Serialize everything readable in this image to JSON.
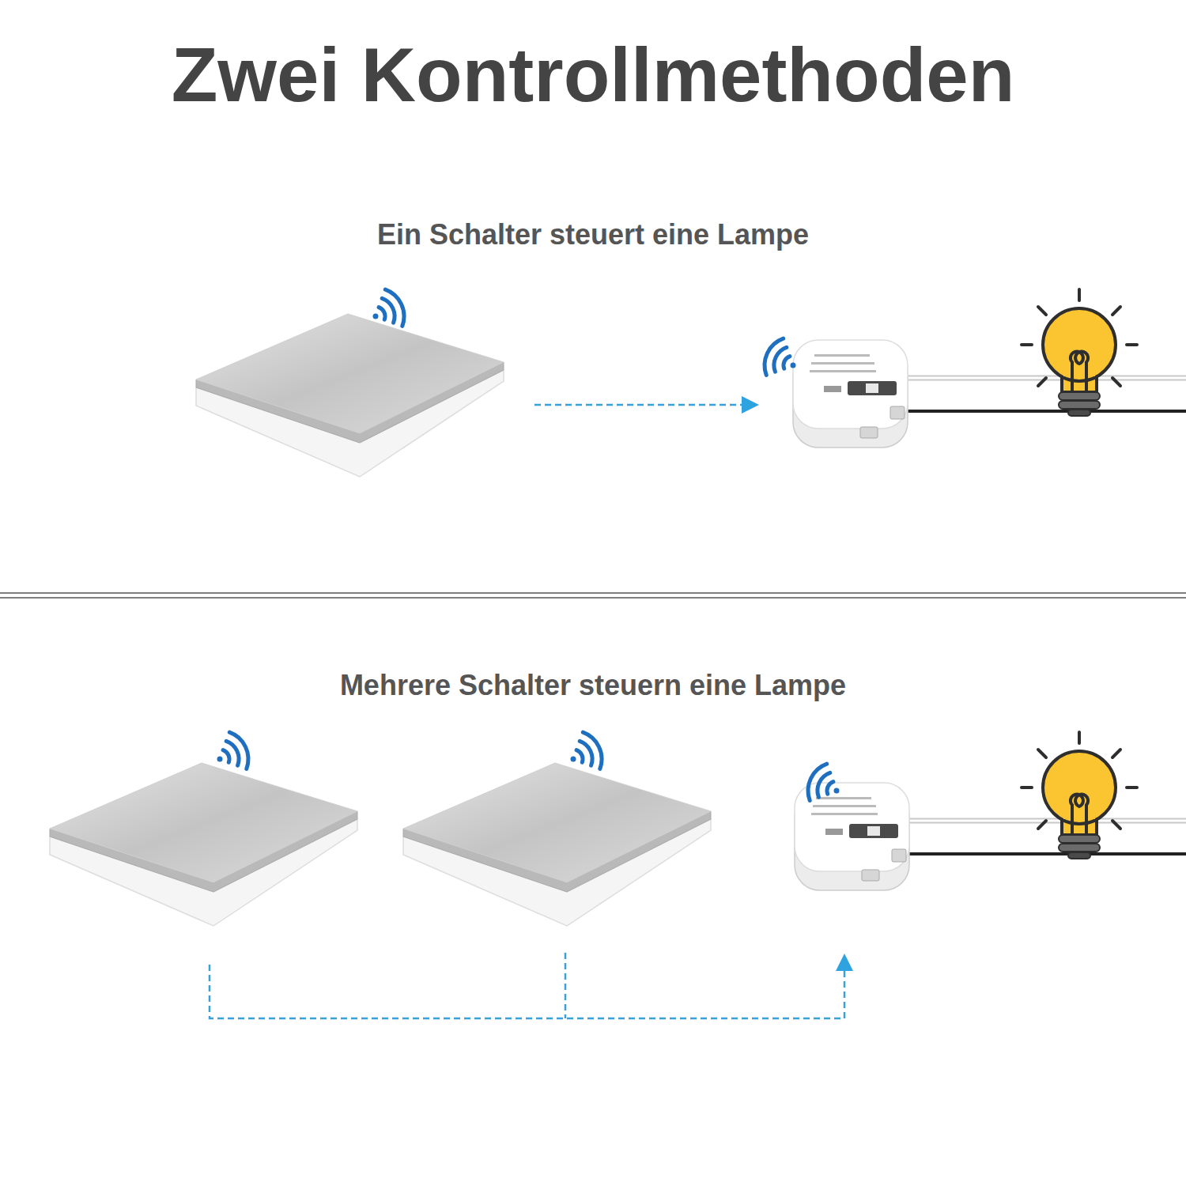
{
  "diagram": {
    "title": "Zwei Kontrollmethoden",
    "labels": [
      "Ein Schalter steuert eine Lampe",
      "Mehrere Schalter steuern eine Lampe"
    ]
  }
}
